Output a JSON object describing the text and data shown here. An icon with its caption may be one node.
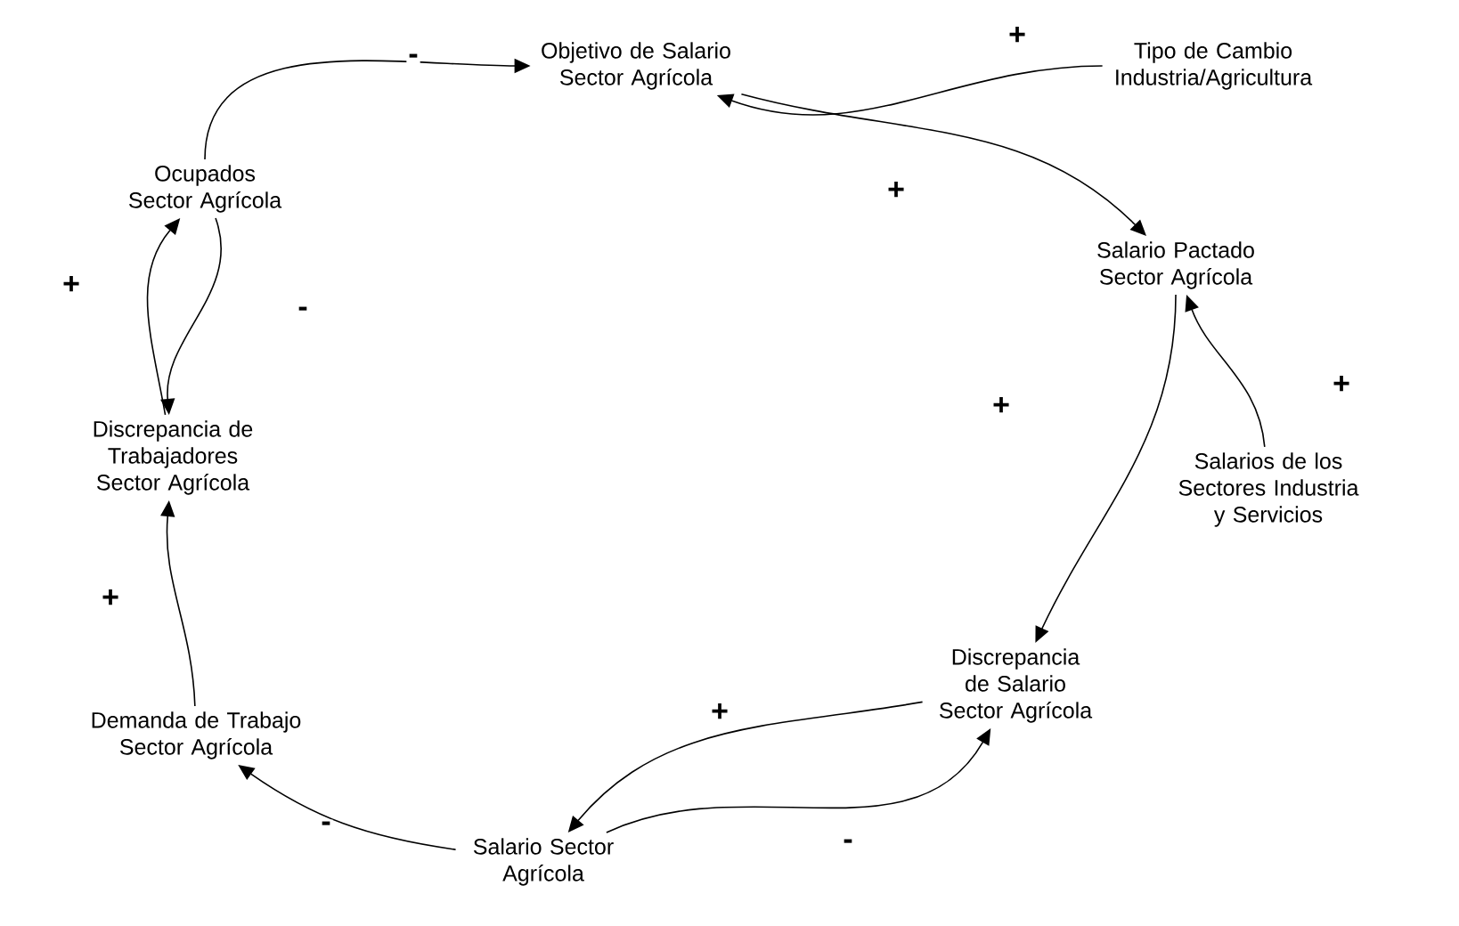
{
  "diagram": {
    "nodes": [
      {
        "text": [
          "Objetivo de Salario Sector Agrícola"
        ]
      },
      {
        "text": [
          "Tipo de Cambio Industria/Agricultura"
        ]
      },
      {
        "text": [
          "Ocupados Sector Agrícola"
        ]
      },
      {
        "text": [
          "Salario Pactado Sector Agrícola"
        ]
      },
      {
        "text": [
          "Discrepancia de Trabajadores Sector Agrícola"
        ]
      },
      {
        "text": [
          "Salarios de los Sectores Industria y Servicios"
        ]
      },
      {
        "text": [
          "Discrepancia de Salario Sector Agrícola"
        ]
      },
      {
        "text": [
          "Demanda de Trabajo Sector Agrícola"
        ]
      },
      {
        "text": [
          "Salario Sector Agrícola"
        ]
      }
    ],
    "edges": [
      {
        "from": 2,
        "to": 0,
        "arrow": "to",
        "label": "-"
      },
      {
        "from": 1,
        "to": 0,
        "arrow": "to",
        "label": "+"
      },
      {
        "from": 0,
        "to": 3,
        "arrow": "to",
        "label": "+"
      },
      {
        "from": 5,
        "to": 3,
        "arrow": "to",
        "label": "+"
      },
      {
        "from": 3,
        "to": 6,
        "arrow": "to",
        "label": "+"
      },
      {
        "from": 2,
        "to": 4,
        "arrow": "to",
        "label": "-"
      },
      {
        "from": 4,
        "to": 2,
        "arrow": "to",
        "label": "+"
      },
      {
        "from": 6,
        "to": 8,
        "arrow": "to",
        "label": "+"
      },
      {
        "from": 8,
        "to": 6,
        "arrow": "to",
        "label": "-"
      },
      {
        "from": 8,
        "to": 7,
        "arrow": "to",
        "label": "-"
      },
      {
        "from": 7,
        "to": 4,
        "arrow": "to",
        "label": "+"
      }
    ]
  }
}
